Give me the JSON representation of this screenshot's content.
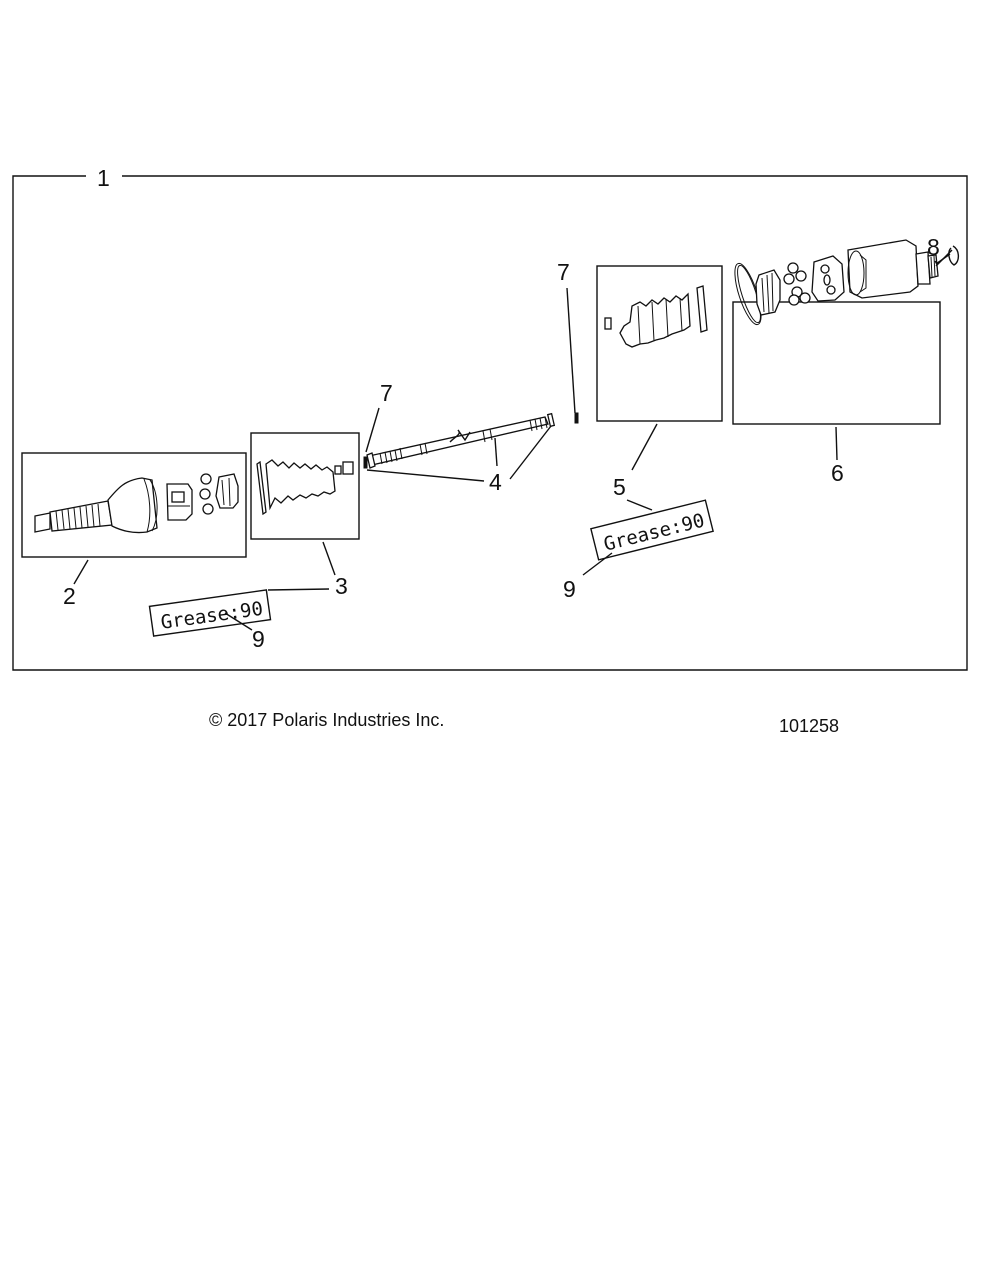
{
  "callouts": {
    "assembly": "1",
    "outer_cv_joint": "2",
    "outer_boot_kit": "3",
    "shaft": "4",
    "inner_boot_kit": "5",
    "inner_cv_joint": "6",
    "retaining_ring_left": "7",
    "retaining_ring_right": "7",
    "circlip": "8",
    "grease_left": "9",
    "grease_right": "9"
  },
  "grease_tag": "Grease:90",
  "footer": {
    "copyright": "© 2017 Polaris Industries Inc.",
    "drawing_number": "101258"
  }
}
